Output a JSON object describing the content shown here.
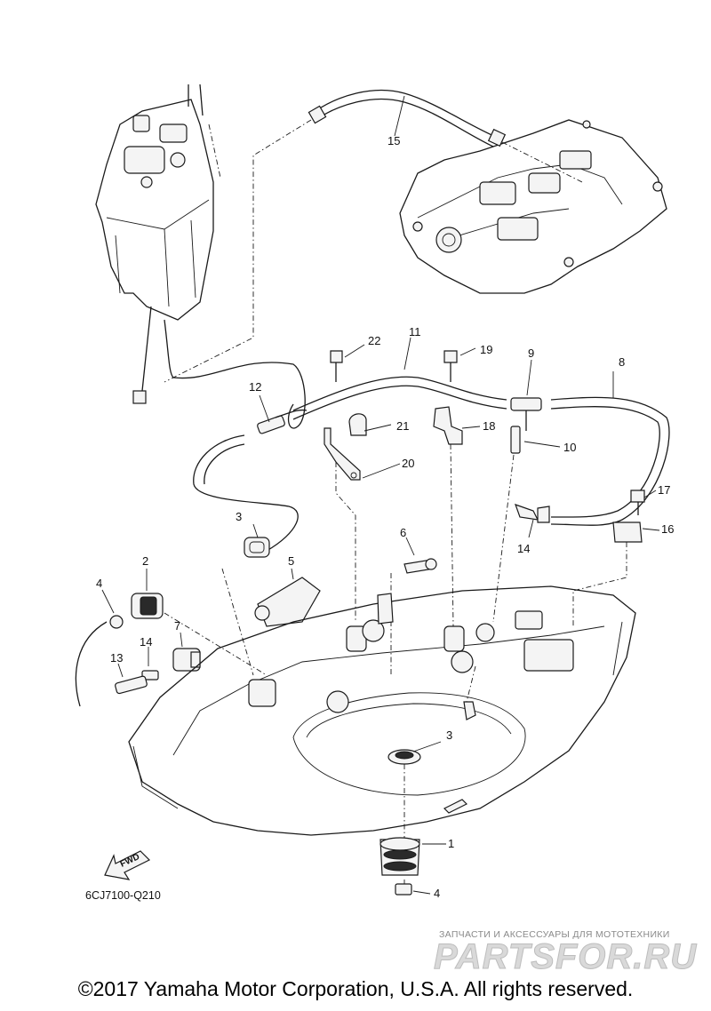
{
  "callouts": [
    {
      "id": "c22",
      "text": "22"
    },
    {
      "id": "c11",
      "text": "11"
    },
    {
      "id": "c19",
      "text": "19"
    },
    {
      "id": "c9",
      "text": "9"
    },
    {
      "id": "c8",
      "text": "8"
    },
    {
      "id": "c12",
      "text": "12"
    },
    {
      "id": "c21",
      "text": "21"
    },
    {
      "id": "c18",
      "text": "18"
    },
    {
      "id": "c10",
      "text": "10"
    },
    {
      "id": "c20",
      "text": "20"
    },
    {
      "id": "c17",
      "text": "17"
    },
    {
      "id": "c16",
      "text": "16"
    },
    {
      "id": "c14a",
      "text": "14"
    },
    {
      "id": "c3a",
      "text": "3"
    },
    {
      "id": "c6",
      "text": "6"
    },
    {
      "id": "c2",
      "text": "2"
    },
    {
      "id": "c5",
      "text": "5"
    },
    {
      "id": "c4a",
      "text": "4"
    },
    {
      "id": "c7",
      "text": "7"
    },
    {
      "id": "c14b",
      "text": "14"
    },
    {
      "id": "c13",
      "text": "13"
    },
    {
      "id": "c3b",
      "text": "3"
    },
    {
      "id": "c1",
      "text": "1"
    },
    {
      "id": "c4b",
      "text": "4"
    },
    {
      "id": "c15",
      "text": "15"
    }
  ],
  "fwd_label": "FWD",
  "figure_code": "6CJ7100-Q210",
  "watermark": {
    "tagline": "ЗАПЧАСТИ И АКСЕССУАРЫ ДЛЯ МОТОТЕХНИКИ",
    "brand": "PARTSFOR.RU"
  },
  "copyright": "©2017 Yamaha Motor Corporation, U.S.A. All rights reserved."
}
